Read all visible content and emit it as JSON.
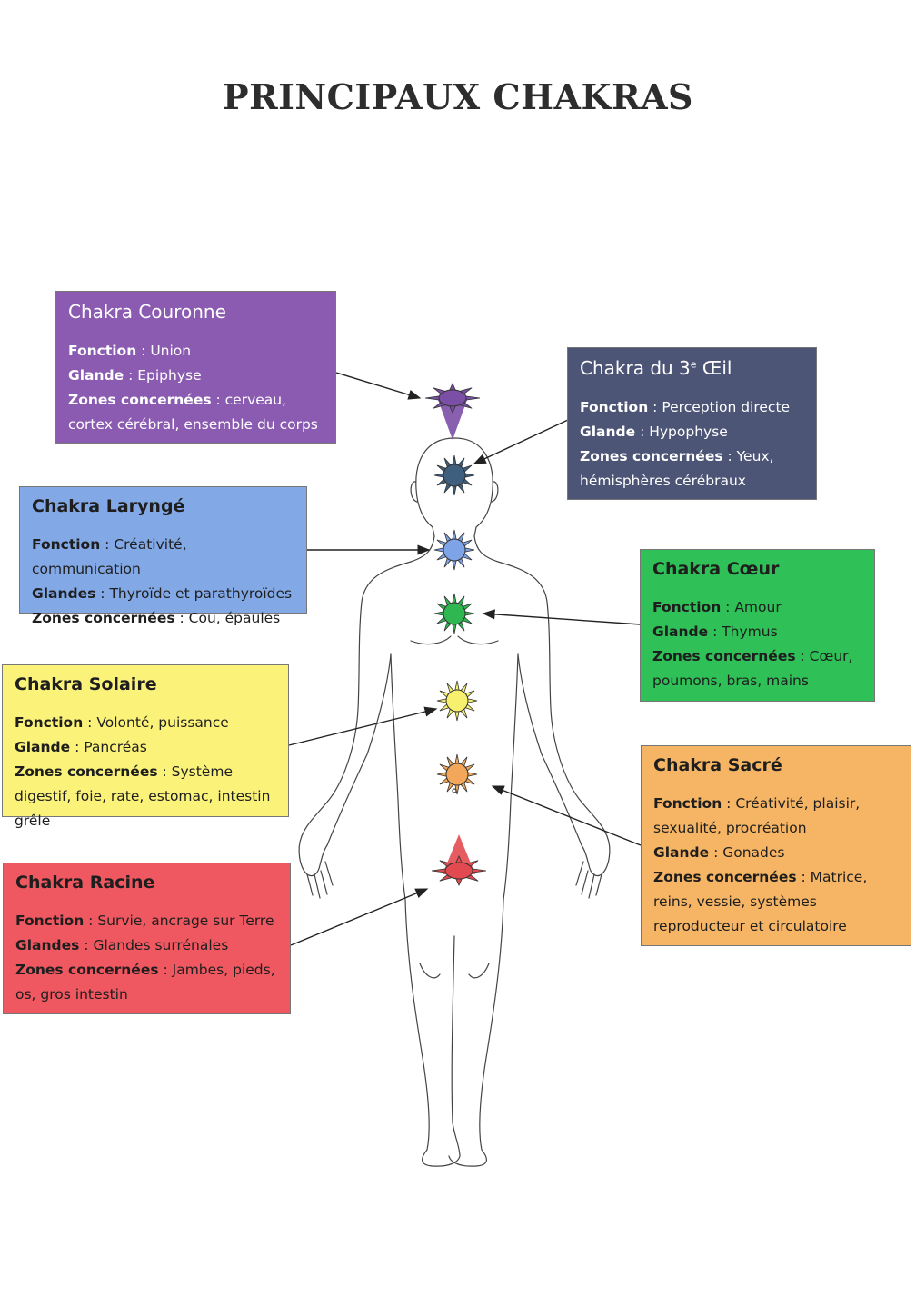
{
  "title": "PRINCIPAUX CHAKRAS",
  "chakras": [
    {
      "id": "couronne",
      "name": "Chakra Couronne",
      "color": "#8a5bb0",
      "symbol_color": "#7b4fa6",
      "fonction_label": "Fonction",
      "fonction": "Union",
      "glande_label": "Glande",
      "glande": "Epiphyse",
      "zones_label": "Zones concernées",
      "zones": "cerveau, cortex cérébral, ensemble du corps"
    },
    {
      "id": "troisieme-oeil",
      "name_prefix": "Chakra du 3",
      "name_sup": "e",
      "name_suffix": " Œil",
      "color": "#4d5576",
      "symbol_color": "#3e5f7e",
      "fonction_label": "Fonction",
      "fonction": "Perception directe",
      "glande_label": "Glande",
      "glande": "Hypophyse",
      "zones_label": "Zones concernées",
      "zones": "Yeux, hémisphères cérébraux"
    },
    {
      "id": "larynge",
      "name": "Chakra Laryngé",
      "color": "#82a9e6",
      "symbol_color": "#7ea3e6",
      "fonction_label": "Fonction",
      "fonction": "Créativité, communication",
      "glande_label": "Glandes",
      "glande": "Thyroïde et parathyroïdes",
      "zones_label": "Zones concernées",
      "zones": "Cou, épaules"
    },
    {
      "id": "coeur",
      "name": "Chakra Cœur",
      "color": "#2fc057",
      "symbol_color": "#2fb852",
      "fonction_label": "Fonction",
      "fonction": "Amour",
      "glande_label": "Glande",
      "glande": "Thymus",
      "zones_label": "Zones concernées",
      "zones": "Cœur, poumons, bras, mains"
    },
    {
      "id": "solaire",
      "name": "Chakra Solaire",
      "color": "#fbf27a",
      "symbol_color": "#f7ef6e",
      "fonction_label": "Fonction",
      "fonction": "Volonté, puissance",
      "glande_label": "Glande",
      "glande": "Pancréas",
      "zones_label": "Zones concernées",
      "zones": "Système digestif, foie, rate, estomac, intestin grêle"
    },
    {
      "id": "sacre",
      "name": "Chakra Sacré",
      "color": "#f6b564",
      "symbol_color": "#f2a75a",
      "fonction_label": "Fonction",
      "fonction": "Créativité, plaisir, sexualité, procréation",
      "glande_label": "Glande",
      "glande": "Gonades",
      "zones_label": "Zones concernées",
      "zones": "Matrice, reins, vessie, systèmes reproducteur et circulatoire"
    },
    {
      "id": "racine",
      "name": "Chakra Racine",
      "color": "#ef5861",
      "symbol_color": "#e24a50",
      "fonction_label": "Fonction",
      "fonction": "Survie, ancrage  sur Terre",
      "glande_label": "Glandes",
      "glande": "Glandes surrénales",
      "zones_label": "Zones concernées",
      "zones": "Jambes, pieds, os, gros intestin"
    }
  ]
}
